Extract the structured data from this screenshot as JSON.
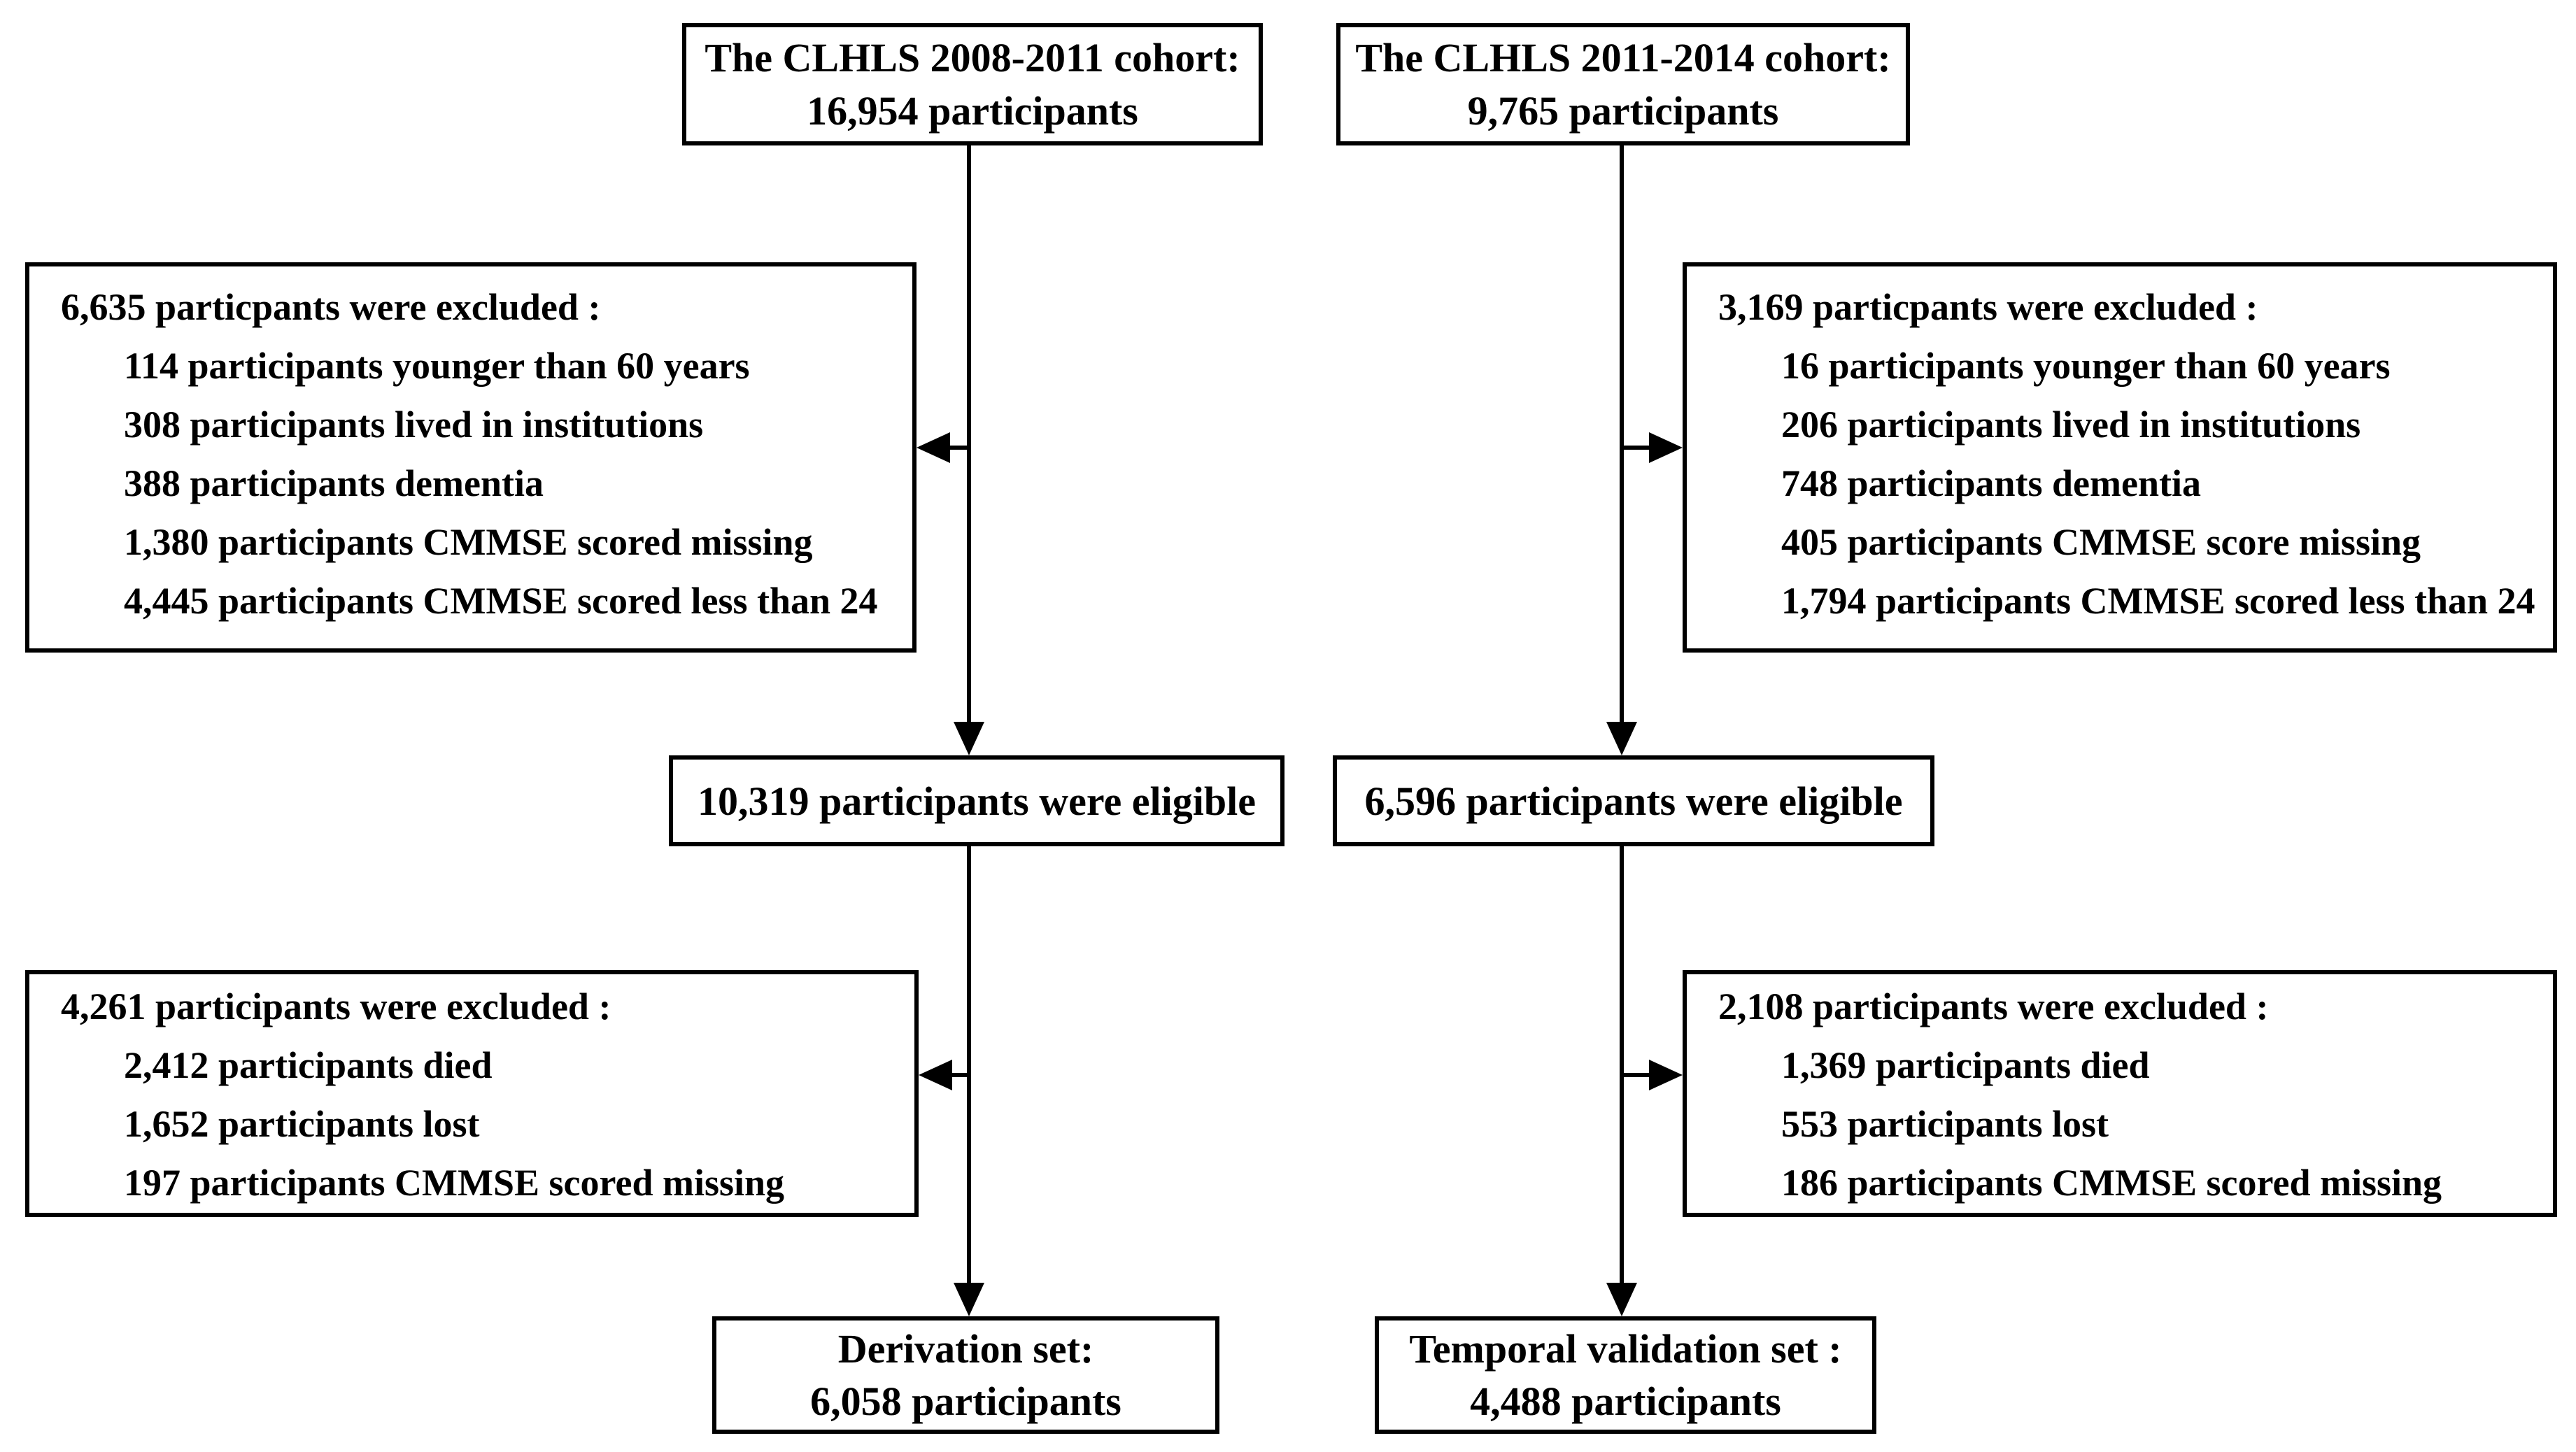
{
  "colors": {
    "background": "#ffffff",
    "border": "#000000",
    "text": "#000000",
    "line": "#000000"
  },
  "diagram": {
    "cohort_left": {
      "line1": "The CLHLS 2008-2011 cohort:",
      "line2": "16,954 participants"
    },
    "cohort_right": {
      "line1": "The CLHLS 2011-2014 cohort:",
      "line2": "9,765 participants"
    },
    "excluded1_left": {
      "header": "6,635 particpants were excluded :",
      "items": [
        "114 participants younger than 60 years",
        "308 participants lived in institutions",
        "388 participants dementia",
        "1,380 participants CMMSE scored missing",
        "4,445 participants CMMSE scored less than 24"
      ]
    },
    "excluded1_right": {
      "header": "3,169 particpants were excluded :",
      "items": [
        "16 participants younger than 60 years",
        "206 participants lived in institutions",
        "748 participants dementia",
        "405 participants CMMSE score missing",
        "1,794 participants CMMSE scored less than 24"
      ]
    },
    "eligible_left": {
      "text": "10,319 participants were eligible"
    },
    "eligible_right": {
      "text": "6,596 participants were eligible"
    },
    "excluded2_left": {
      "header": "4,261 participants were excluded :",
      "items": [
        "2,412 participants died",
        "1,652 participants lost",
        "197 participants CMMSE scored missing"
      ]
    },
    "excluded2_right": {
      "header": "2,108 participants were excluded :",
      "items": [
        "1,369 participants died",
        "553 participants lost",
        "186 participants CMMSE scored missing"
      ]
    },
    "final_left": {
      "line1": "Derivation set:",
      "line2": "6,058 participants"
    },
    "final_right": {
      "line1": "Temporal validation set :",
      "line2": "4,488 participants"
    }
  }
}
